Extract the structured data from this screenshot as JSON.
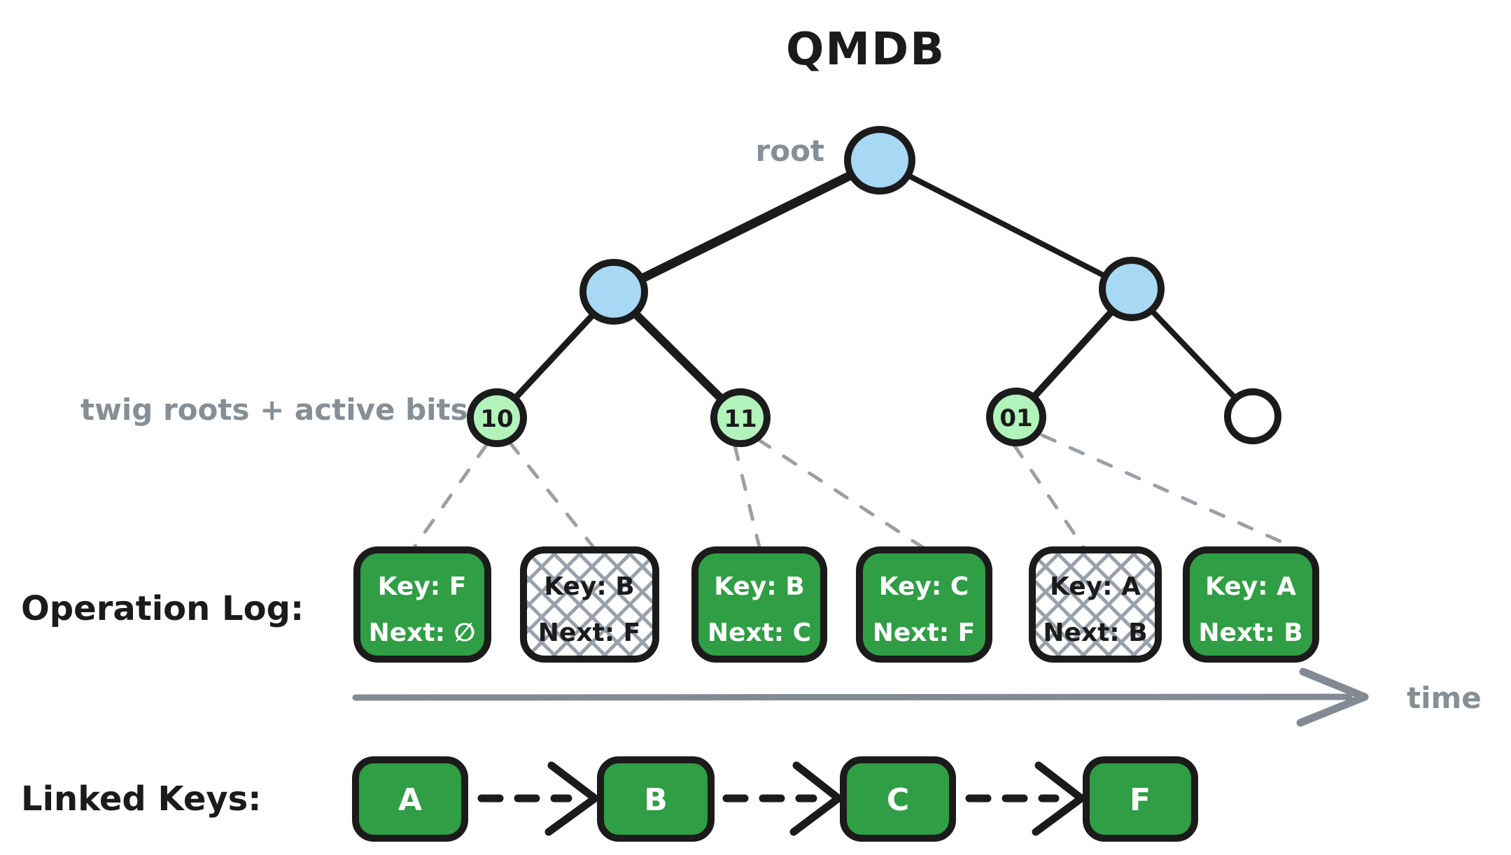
{
  "title": "QMDB",
  "tree": {
    "root_label": "root",
    "twig_label": "twig roots + active bits",
    "twigs": [
      {
        "label": "10",
        "active": true
      },
      {
        "label": "11",
        "active": true
      },
      {
        "label": "01",
        "active": true
      },
      {
        "label": "",
        "active": false
      }
    ]
  },
  "operation_log": {
    "section_label": "Operation Log:",
    "entries": [
      {
        "key": "Key: F",
        "next": "Next: ∅",
        "state": "active"
      },
      {
        "key": "Key: B",
        "next": "Next: F",
        "state": "superseded"
      },
      {
        "key": "Key: B",
        "next": "Next: C",
        "state": "active"
      },
      {
        "key": "Key: C",
        "next": "Next: F",
        "state": "active"
      },
      {
        "key": "Key: A",
        "next": "Next: B",
        "state": "superseded"
      },
      {
        "key": "Key: A",
        "next": "Next: B",
        "state": "active"
      }
    ],
    "time_axis_label": "time"
  },
  "linked_keys": {
    "section_label": "Linked Keys:",
    "keys": [
      "A",
      "B",
      "C",
      "F"
    ]
  },
  "colors": {
    "node_blue": "#a7d8f4",
    "twig_green": "#b2f2bb",
    "box_green": "#2f9e44",
    "stroke_black": "#1b1b1b",
    "label_gray": "#868e96",
    "hatch_gray": "#98a1ab",
    "arrow_gray": "#828a94"
  }
}
